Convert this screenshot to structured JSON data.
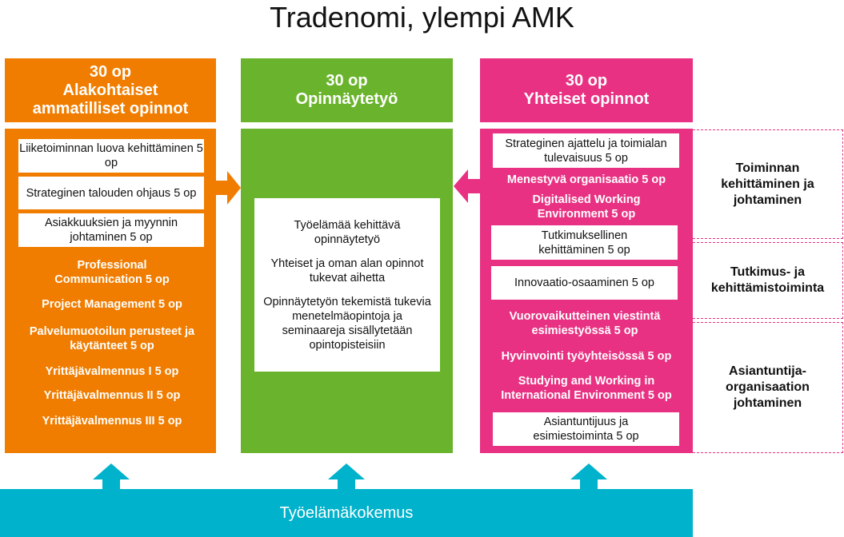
{
  "title": "Tradenomi, ylempi AMK",
  "columns": [
    {
      "credits": "30 op",
      "name": "Alakohtaiset ammatilliset opinnot",
      "color": "#F07D00"
    },
    {
      "credits": "30 op",
      "name": "Opinnäytetyö",
      "color": "#6AB42D"
    },
    {
      "credits": "30 op",
      "name": "Yhteiset opinnot",
      "color": "#E83182"
    }
  ],
  "orange": {
    "boxes": [
      "Liiketoiminnan luova kehittäminen 5 op",
      "Strateginen talouden ohjaus 5 op",
      "Asiakkuuksien ja myynnin johtaminen 5 op"
    ],
    "items": [
      "Professional Communication 5 op",
      "Project Management 5 op",
      "Palvelumuotoilun perusteet ja käytänteet 5 op",
      "Yrittäjävalmennus I 5 op",
      "Yrittäjävalmennus II 5 op",
      "Yrittäjävalmennus III 5 op"
    ]
  },
  "green": {
    "lines": [
      "Työelämää kehittävä opinnäytetyö",
      "Yhteiset ja oman alan opinnot tukevat aihetta",
      "Opinnäytetyön tekemistä tukevia menetelmäopintoja ja seminaareja sisällytetään opintopisteisiin"
    ]
  },
  "pink": {
    "box1": "Strateginen ajattelu ja toimialan tulevaisuus 5 op",
    "item1": "Menestyvä organisaatio 5 op",
    "item2": "Digitalised Working Environment 5 op",
    "box2": "Tutkimuksellinen kehittäminen 5 op",
    "box3": "Innovaatio-osaaminen 5 op",
    "item3": "Vuorovaikutteinen viestintä esimiestyössä 5 op",
    "item4": "Hyvinvointi työyhteisössä 5 op",
    "item5": "Studying and Working in International Environment 5 op",
    "box4": "Asiantuntijuus ja esimiestoiminta 5 op"
  },
  "themes": [
    "Toiminnan kehittäminen ja johtaminen",
    "Tutkimus- ja kehittämistoiminta",
    "Asiantuntija-organisaation johtaminen"
  ],
  "footer": "Työelämäkokemus",
  "accent": "#00B2CB"
}
